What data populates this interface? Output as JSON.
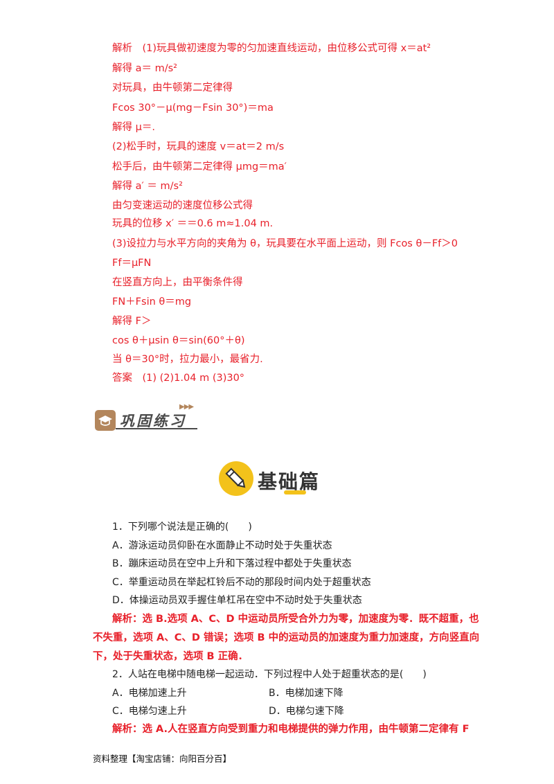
{
  "solution": {
    "lines": [
      "解析　(1)玩具做初速度为零的匀加速直线运动，由位移公式可得 x＝at²",
      "解得 a＝  m/s²",
      "对玩具，由牛顿第二定律得",
      "Fcos 30°－μ(mg－Fsin 30°)＝ma",
      "解得 μ＝.",
      "(2)松手时，玩具的速度 v＝at＝2  m/s",
      "松手后，由牛顿第二定律得 μmg＝ma′",
      "解得 a′ ＝  m/s²",
      "由匀变速运动的速度位移公式得",
      "玩具的位移 x′ ＝＝0.6  m≈1.04 m.",
      "(3)设拉力与水平方向的夹角为 θ，玩具要在水平面上运动，则 Fcos  θ－Ff＞0",
      "Ff＝μFN",
      "在竖直方向上，由平衡条件得",
      "FN＋Fsin  θ＝mg",
      "解得 F＞",
      "cos  θ＋μsin  θ＝sin(60°＋θ)",
      "当 θ＝30°时，拉力最小，最省力.",
      "答案　(1)   (2)1.04 m   (3)30°"
    ]
  },
  "section": {
    "title": "巩固练习",
    "arrows": "▶▶▶"
  },
  "basic": {
    "title": "基础篇"
  },
  "q1": {
    "stem": "1．下列哪个说法是正确的(　　)",
    "options": [
      "A．游泳运动员仰卧在水面静止不动时处于失重状态",
      "B．蹦床运动员在空中上升和下落过程中都处于失重状态",
      "C．举重运动员在举起杠铃后不动的那段时间内处于超重状态",
      "D．体操运动员双手握住单杠吊在空中不动时处于失重状态"
    ],
    "answer": [
      "解析：选 B.选项 A、C、D 中运动员所受合外力为零，加速度为零．既不超重，也",
      "不失重，选项 A、C、D 错误；选项 B 中的运动员的加速度为重力加速度，方向竖直向",
      "下，处于失重状态，选项 B 正确．"
    ]
  },
  "q2": {
    "stem": "2．人站在电梯中随电梯一起运动．下列过程中人处于超重状态的是(　　)",
    "options": [
      "A．电梯加速上升",
      "B．电梯加速下降",
      "C．电梯匀速上升",
      "D．电梯匀速下降"
    ],
    "answer": "解析：选 A.人在竖直方向受到重力和电梯提供的弹力作用，由牛顿第二定律有 F"
  },
  "footer": "资料整理【淘宝店铺：向阳百分百】",
  "colors": {
    "answer_red": "#e8202a",
    "section_brown": "#b3865c",
    "badge_yellow": "#f3c21b"
  }
}
